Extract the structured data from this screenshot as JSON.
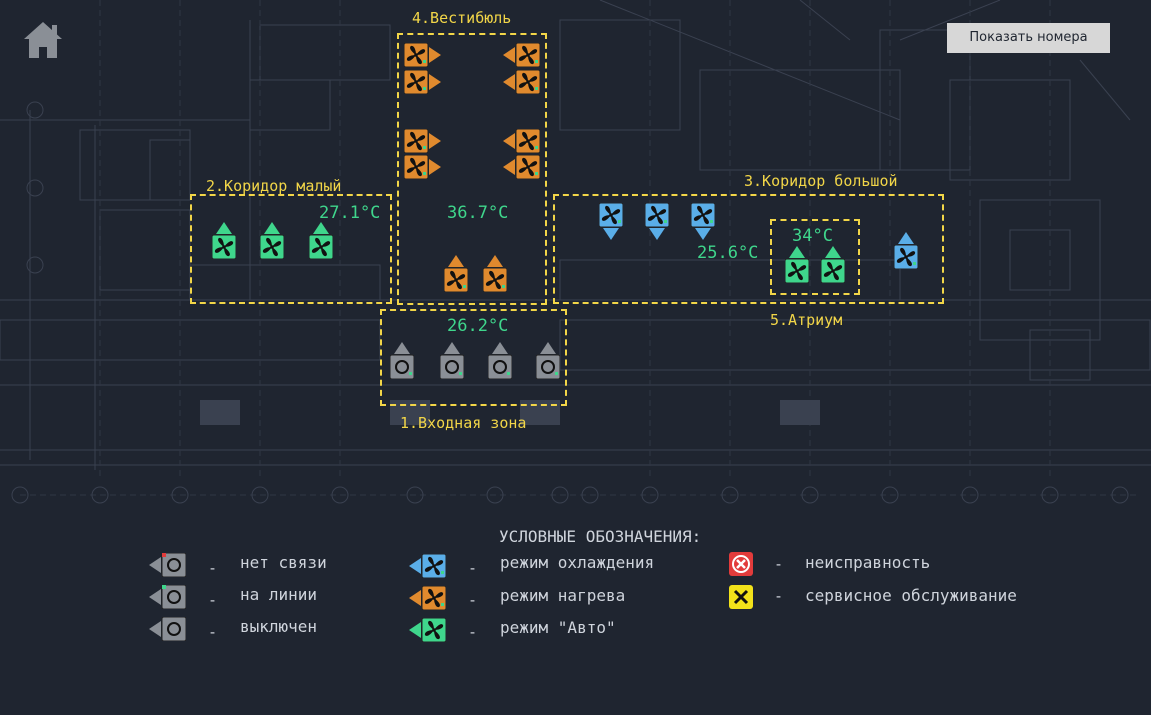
{
  "header": {
    "show_numbers_button": "Показать номера"
  },
  "zones": {
    "entrance": {
      "label": "1.Входная зона",
      "temperature": "26.2°C",
      "units": [
        "unit-1",
        "unit-2",
        "unit-3",
        "unit-4"
      ]
    },
    "corridor_small": {
      "label": "2.Коридор малый",
      "temperature": "27.1°C"
    },
    "corridor_large": {
      "label": "3.Коридор большой",
      "temperature": "25.6°C"
    },
    "vestibule": {
      "label": "4.Вестибюль",
      "temperature": "36.7°C"
    },
    "atrium": {
      "label": "5.Атриум",
      "temperature": "34°C"
    }
  },
  "legend": {
    "title": "УСЛОВНЫЕ ОБОЗНАЧЕНИЯ:",
    "dash": "-",
    "no_connection": "нет связи",
    "online": "на линии",
    "off": "выключен",
    "cooling": "режим охлаждения",
    "heating": "режим нагрева",
    "auto": "режим \"Авто\"",
    "fault": "неисправность",
    "service": "сервисное обслуживание"
  },
  "colors": {
    "background": "#1f2530",
    "zone_border": "#f2d648",
    "temperature": "#3fd68c",
    "heating": "#e08a2e",
    "cooling": "#5aaee8",
    "auto": "#3fd68c",
    "offline": "#8a8f96",
    "fault": "#e23b3b",
    "service": "#f2e21a"
  },
  "icons": {
    "home": "home-icon",
    "fan": "fan-icon",
    "fault": "fault-icon",
    "service": "service-icon"
  }
}
